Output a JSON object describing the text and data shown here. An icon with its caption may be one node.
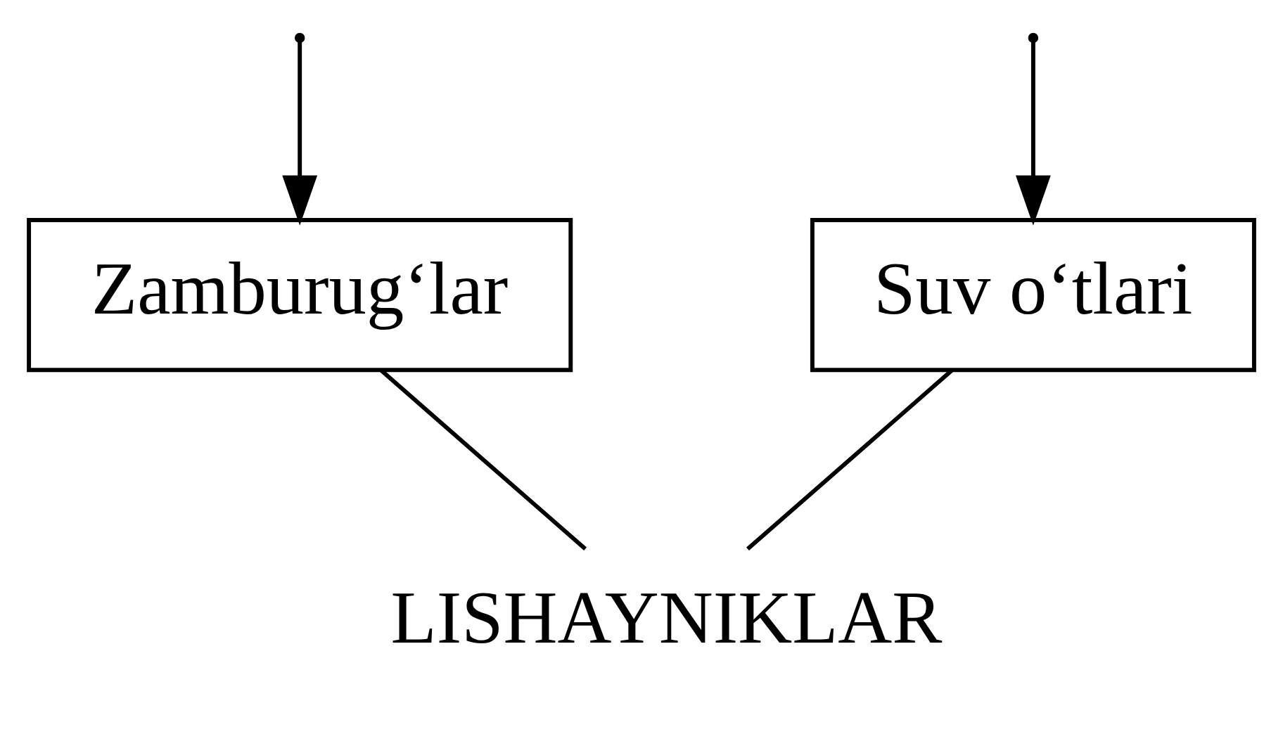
{
  "diagram": {
    "nodes": [
      {
        "text": [
          "Suv o‘tlari"
        ]
      },
      {
        "text": [
          "Zamburug‘lar"
        ]
      },
      {
        "text": [
          "LISHAYNIKLAR"
        ]
      }
    ],
    "edges": [
      {
        "from": null,
        "to": 0,
        "arrow": "to"
      },
      {
        "from": null,
        "to": 1,
        "arrow": "to"
      },
      {
        "from": 0,
        "to": 2,
        "arrow": "none"
      },
      {
        "from": 1,
        "to": 2,
        "arrow": "none"
      }
    ]
  }
}
